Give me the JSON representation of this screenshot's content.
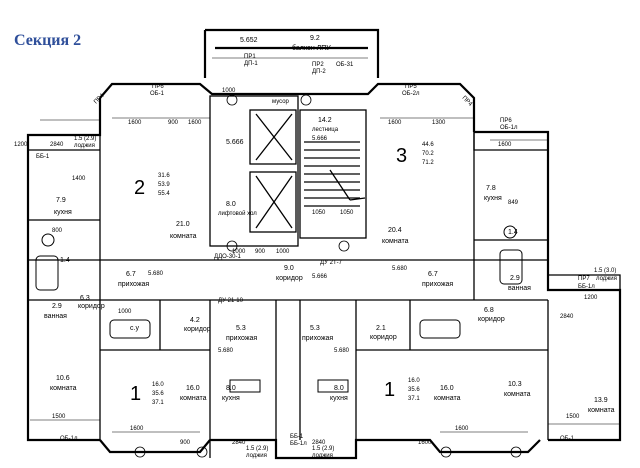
{
  "title": "Секция 2",
  "labels": {
    "balcony": "балкон ЛПУ",
    "lift_hall": "лифтовой хол",
    "stairs": "лестница",
    "trash": "мусор",
    "corridor": "коридор",
    "kitchen": "кухня",
    "room": "комната",
    "hall": "прихожая",
    "bath": "ванная",
    "wc": "с.у",
    "loggia": "лоджия",
    "du_box": "ДУ 2Т-7",
    "ddo": "ДДО-30-1",
    "du_21": "ДУ 21-10"
  },
  "apartments": [
    {
      "n": "2",
      "area": [
        "31.6",
        "53.9",
        "55.4"
      ]
    },
    {
      "n": "3",
      "area": [
        "44.6",
        "70.2",
        "71.2"
      ]
    },
    {
      "n": "1",
      "area": [
        "16.0",
        "35.6",
        "37.1"
      ]
    },
    {
      "n": "1",
      "area": [
        "16.0",
        "35.6",
        "37.1"
      ]
    }
  ],
  "rooms": {
    "r79": "7.9",
    "r210": "21.0",
    "r80a": "8.0",
    "r142": "14.2",
    "r204": "20.4",
    "r78": "7.8",
    "r14a": "1.4",
    "r14b": "1.4",
    "r67a": "6.7",
    "r90": "9.0",
    "r67b": "6.7",
    "r29a": "2.9",
    "r29b": "2.9",
    "r63a": "6.3",
    "r53a": "5.3",
    "r53b": "5.3",
    "r21": "2.1",
    "r68": "6.8",
    "r42": "4.2",
    "r106": "10.6",
    "r160a": "16.0",
    "r80b": "8.0",
    "r80c": "8.0",
    "r160b": "16.0",
    "r103": "10.3",
    "r139": "13.9",
    "r92": "9.2",
    "r15a": "1.5 (2.9)",
    "r15b": "1.5 (3.0)",
    "r15c": "1.5 (2.9)",
    "r15d": "1.5 (2.9)"
  },
  "codes": {
    "c5652": "5.652",
    "c5666a": "5.666",
    "c5666b": "5.666",
    "c5680a": "5.680",
    "c5666c": "5.666",
    "c5680b": "5.680",
    "c5680c": "5.680",
    "c5680d": "5.680",
    "pr6a": "ПР6",
    "ob1a": "ОБ-1",
    "pr5": "ПР5",
    "ob2a": "ОБ-2л",
    "pr6b": "ПР6",
    "ob1b": "ОБ-1л",
    "pr7": "ПР7",
    "bb1a": "ББ-1",
    "bb1b": "ББ-1л",
    "ob1c": "ОБ-1л",
    "ob1d": "ОБ-1",
    "pr4a": "ПР4",
    "pr4b": "ПР4",
    "pr1": "ПР1",
    "dp1": "ДП-1",
    "pr2": "ПР2",
    "dp2": "ДП-2",
    "ob31": "ОБ-31",
    "bb1c": "ББ-1",
    "bb1d": "ББ-1л"
  },
  "dims": {
    "d1200a": "1200",
    "d2840a": "2840",
    "d1600a": "1600",
    "d900a": "900",
    "d1600b": "1600",
    "d1000a": "1000",
    "d1600c": "1600",
    "d1300": "1300",
    "d1600d": "1600",
    "d1000b": "1000",
    "d900b": "900",
    "d1000c": "1000",
    "d1400a": "1400",
    "d1050a": "1050",
    "d1050b": "1050",
    "d849": "849",
    "d1200b": "1200",
    "d2840b": "2840",
    "d1000d": "1000",
    "d1500a": "1500",
    "d1600e": "1600",
    "d1600f": "1600",
    "d900c": "900",
    "d2840c": "2840",
    "d2840d": "2840",
    "d1600g": "1600",
    "d1500b": "1500",
    "d800": "800"
  }
}
